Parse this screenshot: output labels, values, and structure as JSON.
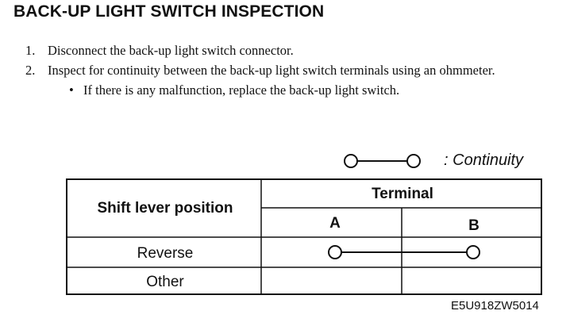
{
  "title": "BACK-UP LIGHT SWITCH INSPECTION",
  "steps": [
    {
      "num": "1.",
      "text": "Disconnect the back-up light switch connector."
    },
    {
      "num": "2.",
      "text": "Inspect for continuity between the back-up light switch terminals using an ohmmeter."
    }
  ],
  "bullet": {
    "dot": "•",
    "text": "If there is any malfunction, replace the back-up light switch."
  },
  "legend": {
    "colon": ":",
    "label": "Continuity"
  },
  "table": {
    "header_position": "Shift lever position",
    "header_terminal": "Terminal",
    "terminal_a": "A",
    "terminal_b": "B",
    "rows": [
      {
        "position": "Reverse",
        "continuity": true
      },
      {
        "position": "Other",
        "continuity": false
      }
    ]
  },
  "figure_code": "E5U918ZW5014"
}
